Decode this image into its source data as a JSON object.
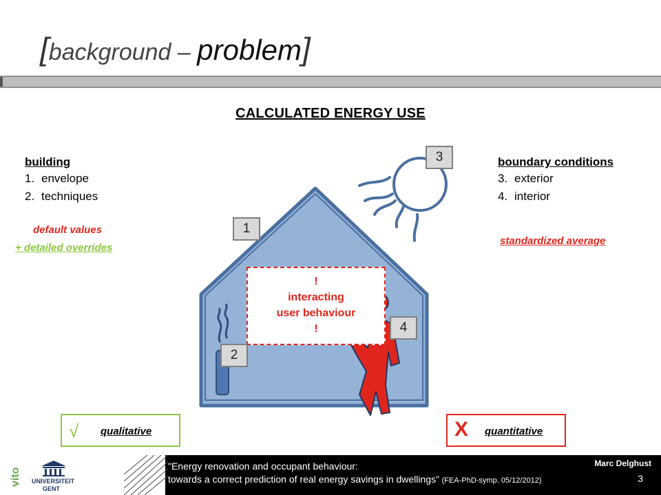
{
  "title": {
    "open_bracket": "[",
    "sub": "background – ",
    "main": "problem",
    "close_bracket": "]"
  },
  "heading": "CALCULATED ENERGY USE",
  "left_column": {
    "heading": "building",
    "items": [
      {
        "num": "1.",
        "label": "envelope"
      },
      {
        "num": "2.",
        "label": "techniques"
      }
    ],
    "note_red": "default values",
    "note_green": "+ detailed overrides"
  },
  "right_column": {
    "heading": "boundary conditions",
    "items": [
      {
        "num": "3.",
        "label": "exterior"
      },
      {
        "num": "4.",
        "label": "interior"
      }
    ],
    "note_red": "standardized average"
  },
  "markers": [
    "1",
    "2",
    "3",
    "4"
  ],
  "behaviour_box": {
    "line1": "!",
    "line2": "interacting",
    "line3": "user behaviour",
    "line4": "!"
  },
  "verdicts": {
    "qualitative": {
      "symbol": "√",
      "label": "qualitative",
      "color": "#8cc63f"
    },
    "quantitative": {
      "symbol": "X",
      "label": "quantitative",
      "color": "#e0261c"
    }
  },
  "footer": {
    "line1": "\"Energy renovation and occupant behaviour:",
    "line2": "towards a correct prediction of real energy savings in dwellings”",
    "line2_small": "(FEA-PhD-symp. 05/12/2012)",
    "author": "Marc Delghust",
    "page_number": "3",
    "logo_vito": "vito",
    "logo_ugent_1": "UNIVERSITEIT",
    "logo_ugent_2": "GENT"
  },
  "colors": {
    "accent_red": "#e0261c",
    "accent_green": "#8cc63f",
    "house_fill": "#95b3d7",
    "house_stroke": "#4a6fa0"
  }
}
